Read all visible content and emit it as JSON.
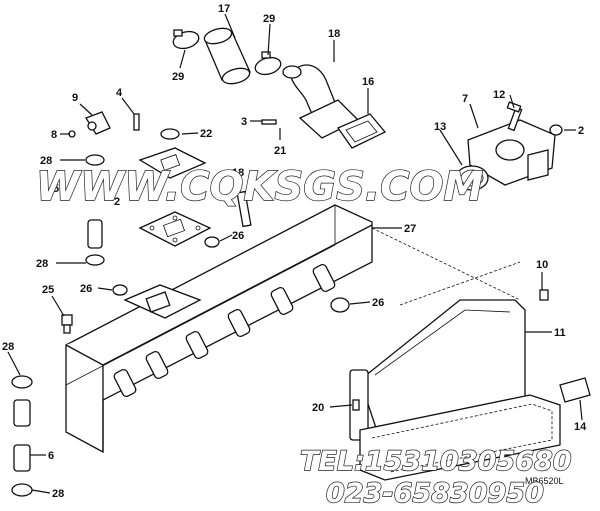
{
  "diagram": {
    "callouts": [
      "17",
      "29",
      "29",
      "18",
      "16",
      "9",
      "4",
      "22",
      "8",
      "3",
      "21",
      "28",
      "18",
      "2",
      "7",
      "12",
      "13",
      "2",
      "27",
      "26",
      "28",
      "26",
      "25",
      "26",
      "10",
      "11",
      "28",
      "20",
      "14",
      "6",
      "28",
      "5"
    ],
    "small_part_label": "MB6520L"
  },
  "watermark": {
    "site": "WWW.CQKSGS.COM",
    "tel": "TEL:15310305680",
    "phone": "023-65830950"
  }
}
